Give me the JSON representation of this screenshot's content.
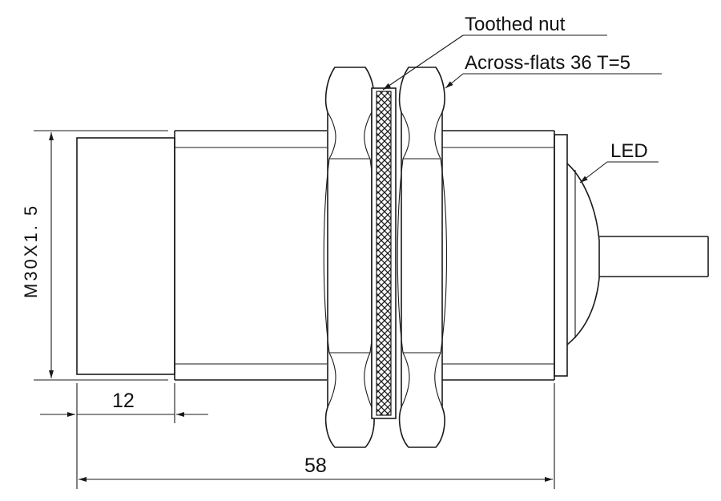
{
  "labels": {
    "toothed_nut": "Toothed nut",
    "across_flats": "Across-flats 36 T=5",
    "led": "LED"
  },
  "dimensions": {
    "thread": "M30X1. 5",
    "sensing_face_length": "12",
    "overall_length": "58"
  }
}
